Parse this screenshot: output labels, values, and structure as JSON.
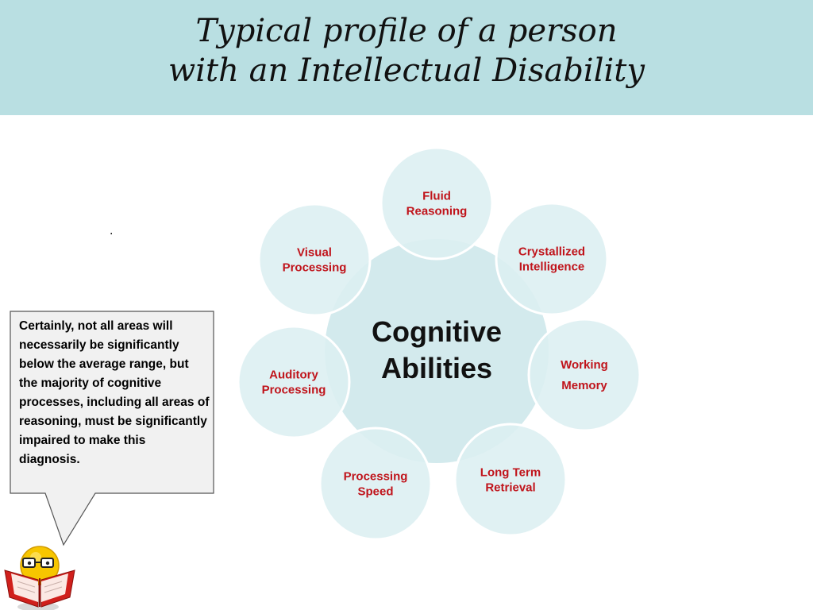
{
  "title": {
    "line1": "Typical profile of a person",
    "line2": "with an Intellectual Disability"
  },
  "dot_mark": ".",
  "diagram": {
    "center": [
      "Cognitive",
      "Abilities"
    ],
    "satellites": [
      {
        "id": "fluid-reasoning",
        "lines": [
          "Fluid",
          "Reasoning"
        ]
      },
      {
        "id": "crystallized-intelligence",
        "lines": [
          "Crystallized",
          "Intelligence"
        ]
      },
      {
        "id": "working-memory",
        "lines": [
          "Working",
          "Memory"
        ]
      },
      {
        "id": "long-term-retrieval",
        "lines": [
          "Long Term",
          "Retrieval"
        ]
      },
      {
        "id": "processing-speed",
        "lines": [
          "Processing",
          "Speed"
        ]
      },
      {
        "id": "auditory-processing",
        "lines": [
          "Auditory",
          "Processing"
        ]
      },
      {
        "id": "visual-processing",
        "lines": [
          "Visual",
          "Processing"
        ]
      }
    ],
    "colors": {
      "center_fill": "#d3eaed",
      "satellite_fill": "#dceff1",
      "satellite_stroke": "#ffffff",
      "satellite_text": "#c0141b",
      "center_text": "#111111"
    }
  },
  "callout": {
    "text": "Certainly, not all areas will necessarily be significantly below the average range, but the majority of cognitive processes, including all areas of reasoning, must be significantly impaired to make this diagnosis.",
    "fill": "#f1f1f1",
    "stroke": "#555555"
  },
  "mascot_icon": "reading-smiley-icon"
}
